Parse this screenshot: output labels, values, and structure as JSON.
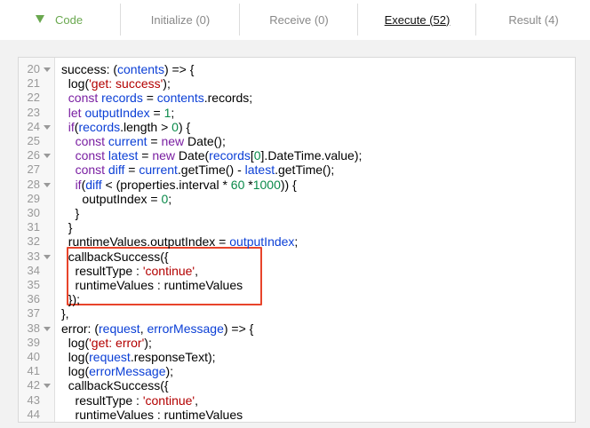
{
  "tabs": [
    {
      "label": "Code"
    },
    {
      "label": "Initialize (0)"
    },
    {
      "label": "Receive (0)"
    },
    {
      "label": "Execute (52)"
    },
    {
      "label": "Result (4)"
    }
  ],
  "colors": {
    "accent": "#6aa84f",
    "highlight": "#e8442b",
    "keyword": "#7a1fa2",
    "variable": "#0b3fd6",
    "string": "#b30000",
    "number": "#0a8a4a"
  },
  "lines": [
    {
      "n": "20",
      "t": "success: (contents) => {"
    },
    {
      "n": "21",
      "t": "  log('get: success');"
    },
    {
      "n": "22",
      "t": "  const records = contents.records;"
    },
    {
      "n": "23",
      "t": "  let outputIndex = 1;"
    },
    {
      "n": "24",
      "t": "  if(records.length > 0) {"
    },
    {
      "n": "25",
      "t": "    const current = new Date();"
    },
    {
      "n": "26",
      "t": "    const latest = new Date(records[0].DateTime.value);"
    },
    {
      "n": "27",
      "t": "    const diff = current.getTime() - latest.getTime();"
    },
    {
      "n": "28",
      "t": "    if(diff < (properties.interval * 60 *1000)) {"
    },
    {
      "n": "29",
      "t": "      outputIndex = 0;"
    },
    {
      "n": "30",
      "t": "    }"
    },
    {
      "n": "31",
      "t": "  }"
    },
    {
      "n": "32",
      "t": "  runtimeValues.outputIndex = outputIndex;"
    },
    {
      "n": "33",
      "t": "  callbackSuccess({"
    },
    {
      "n": "34",
      "t": "    resultType : 'continue',"
    },
    {
      "n": "35",
      "t": "    runtimeValues : runtimeValues"
    },
    {
      "n": "36",
      "t": "  });"
    },
    {
      "n": "37",
      "t": "},"
    },
    {
      "n": "38",
      "t": "error: (request, errorMessage) => {"
    },
    {
      "n": "39",
      "t": "  log('get: error');"
    },
    {
      "n": "40",
      "t": "  log(request.responseText);"
    },
    {
      "n": "41",
      "t": "  log(errorMessage);"
    },
    {
      "n": "42",
      "t": "  callbackSuccess({"
    },
    {
      "n": "43",
      "t": "    resultType : 'continue',"
    },
    {
      "n": "44",
      "t": "    runtimeValues : runtimeValues"
    }
  ],
  "folds": [
    "20",
    "24",
    "26",
    "28",
    "33",
    "38",
    "42"
  ]
}
